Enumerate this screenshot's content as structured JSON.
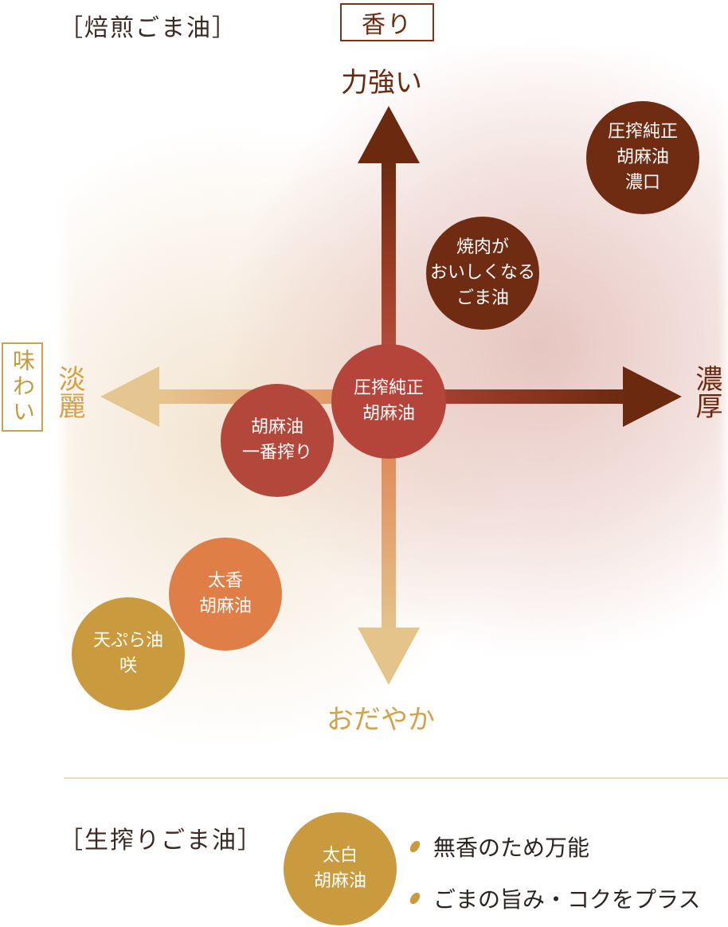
{
  "roasted_section": {
    "title": "［焙煎ごま油］"
  },
  "aroma_box": {
    "label": "香り"
  },
  "taste_box": {
    "label": "味わい"
  },
  "axes": {
    "top": "力強い",
    "bottom": "おだやか",
    "left": "淡麗",
    "right": "濃厚"
  },
  "products": [
    {
      "line1": "圧搾純正",
      "line2": "胡麻油",
      "line3": "濃口",
      "color": "#6f2c12"
    },
    {
      "line1": "焼肉が",
      "line2": "おいしくなる",
      "line3": "ごま油",
      "color": "#6f2c12"
    },
    {
      "line1": "圧搾純正",
      "line2": "胡麻油",
      "color": "#b5453a"
    },
    {
      "line1": "胡麻油",
      "line2": "一番搾り",
      "color": "#b3473c"
    },
    {
      "line1": "太香",
      "line2": "胡麻油",
      "color": "#e07e47"
    },
    {
      "line1": "天ぷら油",
      "line2": "咲",
      "color": "#c99a3e"
    }
  ],
  "raw_section": {
    "title": "［生搾りごま油］",
    "product": {
      "line1": "太白",
      "line2": "胡麻油",
      "color": "#c99a3e"
    },
    "bullets": [
      "無香のため万能",
      "ごまの旨み・コクをプラス"
    ]
  },
  "colors": {
    "dark_brown": "#6b2a0f",
    "gold": "#d3a24a",
    "divider": "#eadcbf"
  }
}
